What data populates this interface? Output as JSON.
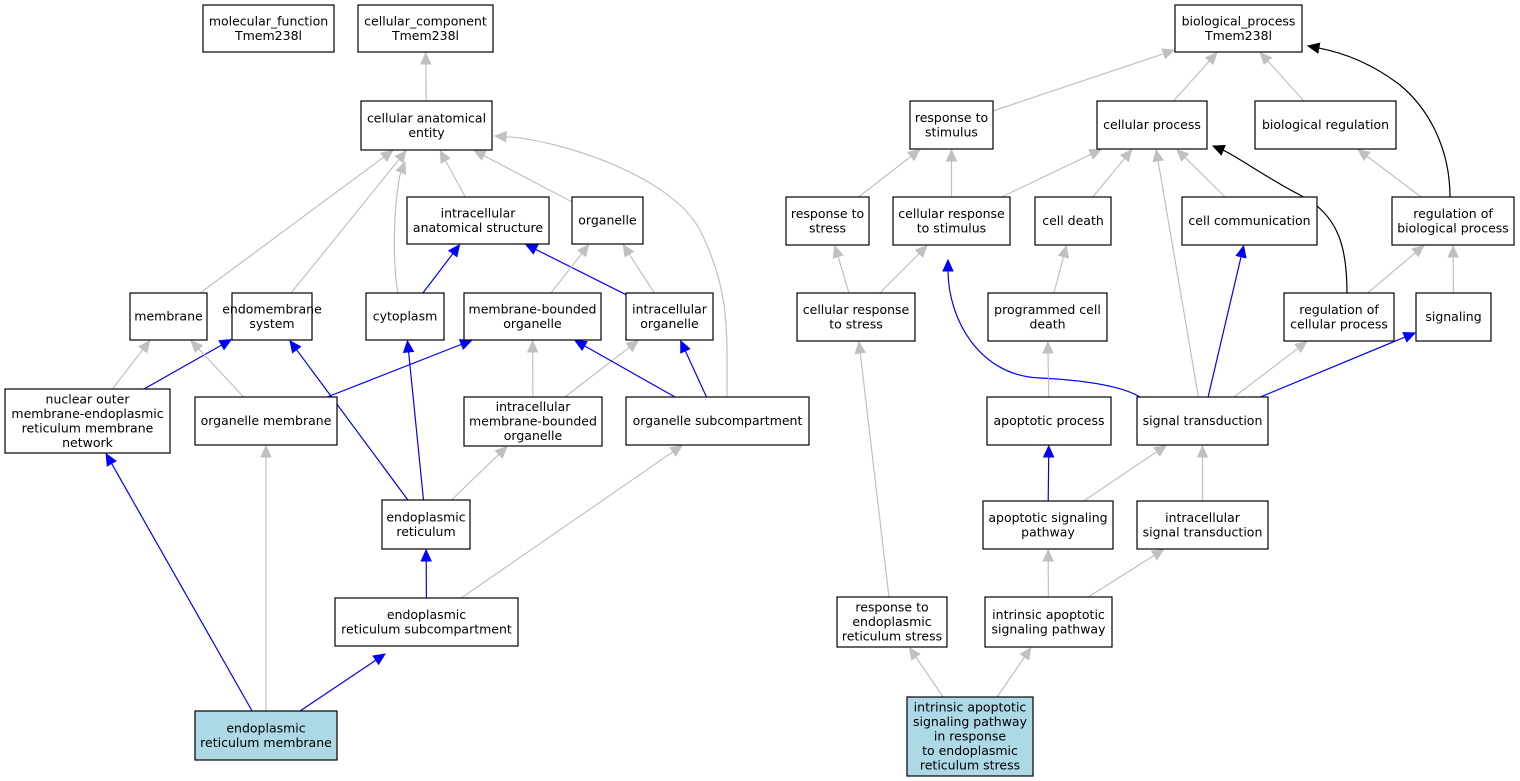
{
  "colors": {
    "is_a": "#c0c0c0",
    "part_of": "#0000ff",
    "regulates": "#000000",
    "highlight": "#add8e6"
  },
  "nodes": [
    {
      "id": "mf",
      "lines": [
        "molecular_function",
        "Tmem238l"
      ]
    },
    {
      "id": "cc",
      "lines": [
        "cellular_component",
        "Tmem238l"
      ]
    },
    {
      "id": "bp",
      "lines": [
        "biological_process",
        "Tmem238l"
      ]
    },
    {
      "id": "cae",
      "lines": [
        "cellular anatomical",
        "entity"
      ]
    },
    {
      "id": "ias",
      "lines": [
        "intracellular",
        "anatomical structure"
      ]
    },
    {
      "id": "org",
      "lines": [
        "organelle"
      ]
    },
    {
      "id": "mem",
      "lines": [
        "membrane"
      ]
    },
    {
      "id": "ends",
      "lines": [
        "endomembrane",
        "system"
      ]
    },
    {
      "id": "cyto",
      "lines": [
        "cytoplasm"
      ]
    },
    {
      "id": "mbo",
      "lines": [
        "membrane-bounded",
        "organelle"
      ]
    },
    {
      "id": "io",
      "lines": [
        "intracellular",
        "organelle"
      ]
    },
    {
      "id": "nuc",
      "lines": [
        "nuclear outer",
        "membrane-endoplasmic",
        "reticulum membrane",
        "network"
      ]
    },
    {
      "id": "om",
      "lines": [
        "organelle membrane"
      ]
    },
    {
      "id": "imbo",
      "lines": [
        "intracellular",
        "membrane-bounded",
        "organelle"
      ]
    },
    {
      "id": "osc",
      "lines": [
        "organelle subcompartment"
      ]
    },
    {
      "id": "er",
      "lines": [
        "endoplasmic",
        "reticulum"
      ]
    },
    {
      "id": "ersc",
      "lines": [
        "endoplasmic",
        "reticulum subcompartment"
      ]
    },
    {
      "id": "erm",
      "lines": [
        "endoplasmic",
        "reticulum membrane"
      ],
      "highlight": true
    },
    {
      "id": "rts",
      "lines": [
        "response to",
        "stimulus"
      ]
    },
    {
      "id": "cp",
      "lines": [
        "cellular process"
      ]
    },
    {
      "id": "breg",
      "lines": [
        "biological regulation"
      ]
    },
    {
      "id": "rtstress",
      "lines": [
        "response to",
        "stress"
      ]
    },
    {
      "id": "crs",
      "lines": [
        "cellular response",
        "to stimulus"
      ]
    },
    {
      "id": "cd",
      "lines": [
        "cell death"
      ]
    },
    {
      "id": "cc2",
      "lines": [
        "cell communication"
      ]
    },
    {
      "id": "rbp",
      "lines": [
        "regulation of",
        "biological process"
      ]
    },
    {
      "id": "crstress",
      "lines": [
        "cellular response",
        "to stress"
      ]
    },
    {
      "id": "pcd",
      "lines": [
        "programmed cell",
        "death"
      ]
    },
    {
      "id": "rcp",
      "lines": [
        "regulation of",
        "cellular process"
      ]
    },
    {
      "id": "sig",
      "lines": [
        "signaling"
      ]
    },
    {
      "id": "ap",
      "lines": [
        "apoptotic process"
      ]
    },
    {
      "id": "st",
      "lines": [
        "signal transduction"
      ]
    },
    {
      "id": "asp",
      "lines": [
        "apoptotic signaling",
        "pathway"
      ]
    },
    {
      "id": "ist",
      "lines": [
        "intracellular",
        "signal transduction"
      ]
    },
    {
      "id": "rters",
      "lines": [
        "response to",
        "endoplasmic",
        "reticulum stress"
      ]
    },
    {
      "id": "iasp",
      "lines": [
        "intrinsic apoptotic",
        "signaling pathway"
      ]
    },
    {
      "id": "target",
      "lines": [
        "intrinsic apoptotic",
        "signaling pathway",
        "in response",
        "to endoplasmic",
        "reticulum stress"
      ],
      "highlight": true
    }
  ],
  "edges": [
    {
      "from": "cae",
      "to": "cc",
      "type": "is_a"
    },
    {
      "from": "ias",
      "to": "cae",
      "type": "is_a"
    },
    {
      "from": "org",
      "to": "cae",
      "type": "is_a"
    },
    {
      "from": "mem",
      "to": "cae",
      "type": "is_a"
    },
    {
      "from": "ends",
      "to": "cae",
      "type": "is_a"
    },
    {
      "from": "cyto",
      "to": "cae",
      "type": "is_a"
    },
    {
      "from": "osc",
      "to": "cae",
      "type": "is_a"
    },
    {
      "from": "cyto",
      "to": "ias",
      "type": "part_of"
    },
    {
      "from": "io",
      "to": "ias",
      "type": "part_of"
    },
    {
      "from": "mbo",
      "to": "org",
      "type": "is_a"
    },
    {
      "from": "io",
      "to": "org",
      "type": "is_a"
    },
    {
      "from": "nuc",
      "to": "mem",
      "type": "is_a"
    },
    {
      "from": "nuc",
      "to": "ends",
      "type": "part_of"
    },
    {
      "from": "om",
      "to": "mem",
      "type": "is_a"
    },
    {
      "from": "om",
      "to": "mbo",
      "type": "part_of"
    },
    {
      "from": "imbo",
      "to": "mbo",
      "type": "is_a"
    },
    {
      "from": "imbo",
      "to": "io",
      "type": "is_a"
    },
    {
      "from": "osc",
      "to": "mbo",
      "type": "part_of"
    },
    {
      "from": "osc",
      "to": "io",
      "type": "part_of"
    },
    {
      "from": "er",
      "to": "ends",
      "type": "part_of"
    },
    {
      "from": "er",
      "to": "cyto",
      "type": "part_of"
    },
    {
      "from": "er",
      "to": "imbo",
      "type": "is_a"
    },
    {
      "from": "ersc",
      "to": "er",
      "type": "part_of"
    },
    {
      "from": "ersc",
      "to": "osc",
      "type": "is_a"
    },
    {
      "from": "erm",
      "to": "nuc",
      "type": "part_of"
    },
    {
      "from": "erm",
      "to": "om",
      "type": "is_a"
    },
    {
      "from": "erm",
      "to": "ersc",
      "type": "part_of"
    },
    {
      "from": "rts",
      "to": "bp",
      "type": "is_a"
    },
    {
      "from": "cp",
      "to": "bp",
      "type": "is_a"
    },
    {
      "from": "breg",
      "to": "bp",
      "type": "is_a"
    },
    {
      "from": "rbp",
      "to": "bp",
      "type": "regulates"
    },
    {
      "from": "rtstress",
      "to": "rts",
      "type": "is_a"
    },
    {
      "from": "crs",
      "to": "rts",
      "type": "is_a"
    },
    {
      "from": "crs",
      "to": "cp",
      "type": "is_a"
    },
    {
      "from": "cd",
      "to": "cp",
      "type": "is_a"
    },
    {
      "from": "cc2",
      "to": "cp",
      "type": "is_a"
    },
    {
      "from": "st",
      "to": "cp",
      "type": "is_a"
    },
    {
      "from": "rcp",
      "to": "cp",
      "type": "regulates"
    },
    {
      "from": "rbp",
      "to": "breg",
      "type": "is_a"
    },
    {
      "from": "crstress",
      "to": "rtstress",
      "type": "is_a"
    },
    {
      "from": "crstress",
      "to": "crs",
      "type": "is_a"
    },
    {
      "from": "pcd",
      "to": "cd",
      "type": "is_a"
    },
    {
      "from": "st",
      "to": "crs",
      "type": "part_of"
    },
    {
      "from": "st",
      "to": "cc2",
      "type": "part_of"
    },
    {
      "from": "rcp",
      "to": "rbp",
      "type": "is_a"
    },
    {
      "from": "sig",
      "to": "rbp",
      "type": "is_a"
    },
    {
      "from": "ap",
      "to": "pcd",
      "type": "is_a"
    },
    {
      "from": "st",
      "to": "rcp",
      "type": "is_a"
    },
    {
      "from": "st",
      "to": "sig",
      "type": "part_of"
    },
    {
      "from": "asp",
      "to": "ap",
      "type": "part_of"
    },
    {
      "from": "asp",
      "to": "st",
      "type": "is_a"
    },
    {
      "from": "ist",
      "to": "st",
      "type": "is_a"
    },
    {
      "from": "rters",
      "to": "crstress",
      "type": "is_a"
    },
    {
      "from": "iasp",
      "to": "asp",
      "type": "is_a"
    },
    {
      "from": "iasp",
      "to": "ist",
      "type": "is_a"
    },
    {
      "from": "target",
      "to": "rters",
      "type": "is_a"
    },
    {
      "from": "target",
      "to": "iasp",
      "type": "is_a"
    }
  ]
}
